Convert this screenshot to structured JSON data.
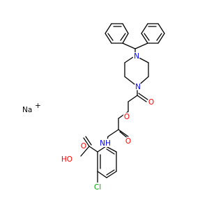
{
  "molecule": {
    "counter_ion": {
      "label": "Na",
      "charge": "+"
    },
    "atoms": {
      "N1": "N",
      "N2": "N",
      "O1": "O",
      "O2": "O",
      "O3": "O",
      "N3": "NH",
      "O4": "O",
      "OH": "HO",
      "Cl": "Cl"
    }
  },
  "colors": {
    "bond": "#000000",
    "N": "#0000ff",
    "O": "#ff0000",
    "Cl": "#00aa00",
    "Na": "#000000"
  }
}
